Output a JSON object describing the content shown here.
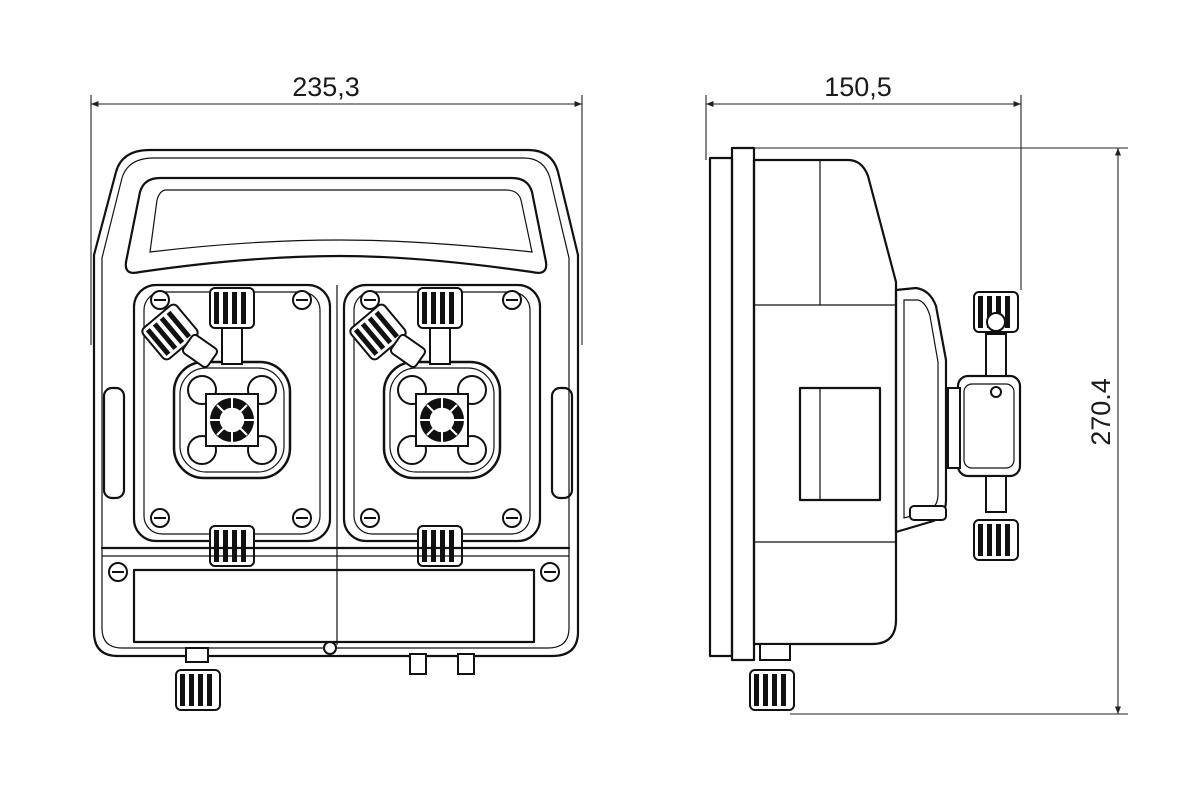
{
  "dimensions": {
    "front_width": "235,3",
    "side_depth": "150,5",
    "side_height": "270.4"
  }
}
